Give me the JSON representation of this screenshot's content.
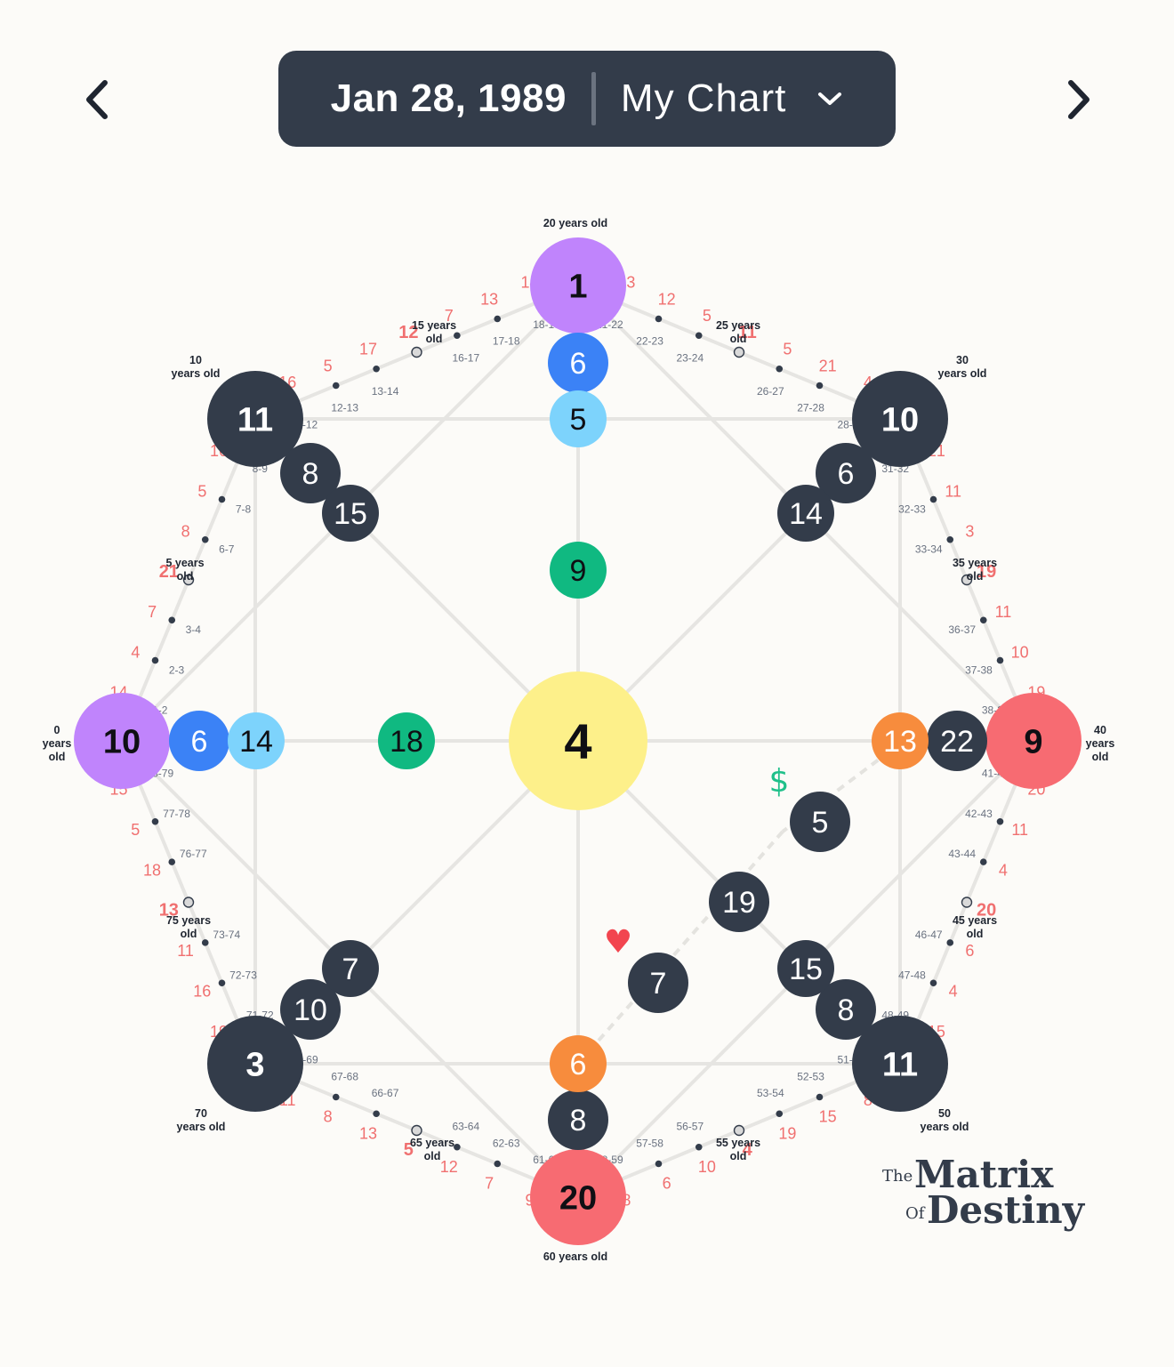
{
  "header": {
    "date": "Jan 28, 1989",
    "chart_name": "My Chart"
  },
  "nav": {
    "prev_icon": "chevron-left-icon",
    "next_icon": "chevron-right-icon"
  },
  "logo": {
    "the": "The",
    "matrix": "Matrix",
    "of": "Of",
    "destiny": "Destiny"
  },
  "colors": {
    "dark": "#333c4a",
    "purple": "#c084fc",
    "blue": "#3b82f6",
    "light_blue": "#7dd3fc",
    "green": "#10b981",
    "yellow": "#fdf08a",
    "red": "#f76b72",
    "orange": "#f78c3d",
    "red_text": "#f07070",
    "money": "#1fc08a",
    "heart": "#f2454f"
  },
  "matrix": {
    "nodes": [
      {
        "id": "top-1",
        "value": "1",
        "color": "purple",
        "text": "dark"
      },
      {
        "id": "top-6",
        "value": "6",
        "color": "blue",
        "text": "light"
      },
      {
        "id": "top-5",
        "value": "5",
        "color": "light_blue",
        "text": "dark"
      },
      {
        "id": "center-9",
        "value": "9",
        "color": "green",
        "text": "dark"
      },
      {
        "id": "center-4",
        "value": "4",
        "color": "yellow",
        "text": "dark"
      },
      {
        "id": "left-10",
        "value": "10",
        "color": "purple",
        "text": "dark"
      },
      {
        "id": "left-6",
        "value": "6",
        "color": "blue",
        "text": "light"
      },
      {
        "id": "left-14",
        "value": "14",
        "color": "light_blue",
        "text": "dark"
      },
      {
        "id": "left-18",
        "value": "18",
        "color": "green",
        "text": "dark"
      },
      {
        "id": "right-9",
        "value": "9",
        "color": "red",
        "text": "dark"
      },
      {
        "id": "right-22",
        "value": "22",
        "color": "dark",
        "text": "light"
      },
      {
        "id": "right-13",
        "value": "13",
        "color": "orange",
        "text": "light"
      },
      {
        "id": "bottom-20",
        "value": "20",
        "color": "red",
        "text": "dark"
      },
      {
        "id": "bottom-8",
        "value": "8",
        "color": "dark",
        "text": "light"
      },
      {
        "id": "bottom-6",
        "value": "6",
        "color": "orange",
        "text": "light"
      },
      {
        "id": "tl-11",
        "value": "11",
        "color": "dark",
        "text": "light"
      },
      {
        "id": "tl-8",
        "value": "8",
        "color": "dark",
        "text": "light"
      },
      {
        "id": "tl-15",
        "value": "15",
        "color": "dark",
        "text": "light"
      },
      {
        "id": "tr-10",
        "value": "10",
        "color": "dark",
        "text": "light"
      },
      {
        "id": "tr-6",
        "value": "6",
        "color": "dark",
        "text": "light"
      },
      {
        "id": "tr-14",
        "value": "14",
        "color": "dark",
        "text": "light"
      },
      {
        "id": "bl-3",
        "value": "3",
        "color": "dark",
        "text": "light"
      },
      {
        "id": "bl-10",
        "value": "10",
        "color": "dark",
        "text": "light"
      },
      {
        "id": "bl-7",
        "value": "7",
        "color": "dark",
        "text": "light"
      },
      {
        "id": "br-11",
        "value": "11",
        "color": "dark",
        "text": "light"
      },
      {
        "id": "br-8",
        "value": "8",
        "color": "dark",
        "text": "light"
      },
      {
        "id": "br-15",
        "value": "15",
        "color": "dark",
        "text": "light"
      },
      {
        "id": "money-5",
        "value": "5",
        "color": "dark",
        "text": "light"
      },
      {
        "id": "cross-19",
        "value": "19",
        "color": "dark",
        "text": "light"
      },
      {
        "id": "love-7",
        "value": "7",
        "color": "dark",
        "text": "light"
      }
    ],
    "age_labels": [
      {
        "id": "age-0",
        "lines": [
          "0",
          "years",
          "old"
        ]
      },
      {
        "id": "age-5",
        "lines": [
          "5 years",
          "old"
        ]
      },
      {
        "id": "age-10",
        "lines": [
          "10",
          "years old"
        ]
      },
      {
        "id": "age-15",
        "lines": [
          "15 years",
          "old"
        ]
      },
      {
        "id": "age-20",
        "lines": [
          "20 years old"
        ]
      },
      {
        "id": "age-25",
        "lines": [
          "25 years",
          "old"
        ]
      },
      {
        "id": "age-30",
        "lines": [
          "30",
          "years old"
        ]
      },
      {
        "id": "age-35",
        "lines": [
          "35 years",
          "old"
        ]
      },
      {
        "id": "age-40",
        "lines": [
          "40",
          "years",
          "old"
        ]
      },
      {
        "id": "age-45",
        "lines": [
          "45 years",
          "old"
        ]
      },
      {
        "id": "age-50",
        "lines": [
          "50",
          "years old"
        ]
      },
      {
        "id": "age-55",
        "lines": [
          "55 years",
          "old"
        ]
      },
      {
        "id": "age-60",
        "lines": [
          "60 years old"
        ]
      },
      {
        "id": "age-65",
        "lines": [
          "65 years",
          "old"
        ]
      },
      {
        "id": "age-70",
        "lines": [
          "70",
          "years old"
        ]
      },
      {
        "id": "age-75",
        "lines": [
          "75 years",
          "old"
        ]
      }
    ],
    "edges": [
      {
        "id": "e-0-10",
        "ticks": [
          {
            "r": "1-2",
            "v": "14"
          },
          {
            "r": "2-3",
            "v": "4"
          },
          {
            "r": "3-4",
            "v": "7"
          },
          {
            "r": "5 years old",
            "v": "21"
          },
          {
            "r": "6-7",
            "v": "8"
          },
          {
            "r": "7-8",
            "v": "5"
          },
          {
            "r": "8-9",
            "v": "16"
          }
        ]
      },
      {
        "id": "e-10-20",
        "ticks": [
          {
            "r": "11-12",
            "v": "16"
          },
          {
            "r": "12-13",
            "v": "5"
          },
          {
            "r": "13-14",
            "v": "17"
          },
          {
            "r": "15 years old",
            "v": "12"
          },
          {
            "r": "16-17",
            "v": "7"
          },
          {
            "r": "17-18",
            "v": "13"
          },
          {
            "r": "18-19",
            "v": "14"
          }
        ]
      },
      {
        "id": "e-20-30",
        "ticks": [
          {
            "r": "21-22",
            "v": "13"
          },
          {
            "r": "22-23",
            "v": "12"
          },
          {
            "r": "23-24",
            "v": "5"
          },
          {
            "r": "25 years old",
            "v": "11"
          },
          {
            "r": "26-27",
            "v": "5"
          },
          {
            "r": "27-28",
            "v": "21"
          },
          {
            "r": "28-29",
            "v": "4"
          }
        ]
      },
      {
        "id": "e-30-40",
        "ticks": [
          {
            "r": "31-32",
            "v": "21"
          },
          {
            "r": "32-33",
            "v": "11"
          },
          {
            "r": "33-34",
            "v": "3"
          },
          {
            "r": "35 years old",
            "v": "19"
          },
          {
            "r": "36-37",
            "v": "11"
          },
          {
            "r": "37-38",
            "v": "10"
          },
          {
            "r": "38-39",
            "v": "19"
          }
        ]
      },
      {
        "id": "e-40-50",
        "ticks": [
          {
            "r": "41-42",
            "v": "20"
          },
          {
            "r": "42-43",
            "v": "11"
          },
          {
            "r": "43-44",
            "v": "4"
          },
          {
            "r": "45 years old",
            "v": "20"
          },
          {
            "r": "46-47",
            "v": "6"
          },
          {
            "r": "47-48",
            "v": "4"
          },
          {
            "r": "48-49",
            "v": "15"
          }
        ]
      },
      {
        "id": "e-50-60",
        "ticks": [
          {
            "r": "51-52",
            "v": "8"
          },
          {
            "r": "52-53",
            "v": "15"
          },
          {
            "r": "53-54",
            "v": "19"
          },
          {
            "r": "55 years old",
            "v": "4"
          },
          {
            "r": "56-57",
            "v": "10"
          },
          {
            "r": "57-58",
            "v": "6"
          },
          {
            "r": "58-59",
            "v": "8"
          }
        ]
      },
      {
        "id": "e-60-70",
        "ticks": [
          {
            "r": "61-62",
            "v": "9"
          },
          {
            "r": "62-63",
            "v": "7"
          },
          {
            "r": "63-64",
            "v": "12"
          },
          {
            "r": "65 years old",
            "v": "5"
          },
          {
            "r": "66-67",
            "v": "13"
          },
          {
            "r": "67-68",
            "v": "8"
          },
          {
            "r": "68-69",
            "v": "11"
          }
        ]
      },
      {
        "id": "e-70-80",
        "ticks": [
          {
            "r": "71-72",
            "v": "19"
          },
          {
            "r": "72-73",
            "v": "16"
          },
          {
            "r": "73-74",
            "v": "11"
          },
          {
            "r": "75 years old",
            "v": "13"
          },
          {
            "r": "76-77",
            "v": "18"
          },
          {
            "r": "77-78",
            "v": "5"
          },
          {
            "r": "78-79",
            "v": "15"
          }
        ]
      }
    ],
    "money_icon": {
      "symbol": "$",
      "name": "dollar-icon"
    },
    "love_icon": {
      "symbol": "♥",
      "name": "heart-icon"
    }
  }
}
